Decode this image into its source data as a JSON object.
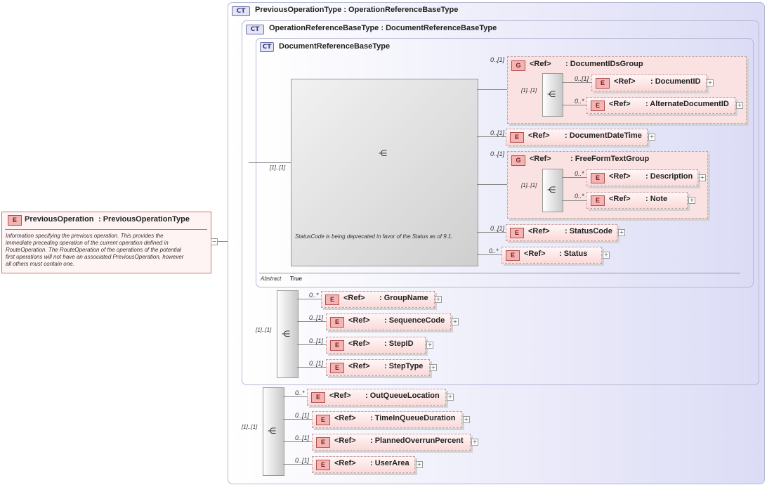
{
  "root": {
    "badge": "E",
    "name": "PreviousOperation",
    "type": ": PreviousOperationType",
    "description": [
      "Information specifying the previous operation.  This provides the",
      "immediate preceding operation of the current operation defined in",
      "RouteOperation.  The RouteOperation of the operations of the potential",
      "first operations will not have an associated PreviousOperation, however",
      "all others must contain one."
    ],
    "collapse": "−"
  },
  "ct_badges": {
    "ct_ext": "CT",
    "ct": "CT"
  },
  "ct1_title": "PreviousOperationType : OperationReferenceBaseType",
  "ct2_title": "OperationReferenceBaseType : DocumentReferenceBaseType",
  "ct3_title": "DocumentReferenceBaseType",
  "ref": "<Ref>",
  "e": "E",
  "g": "G",
  "plus": "+",
  "groups": {
    "docids": {
      "name": ": DocumentIDsGroup",
      "card": "0..[1]",
      "seqcard": "[1]..[1]"
    },
    "freeform": {
      "name": ": FreeFormTextGroup",
      "card": "0..[1]",
      "seqcard": "[1]..[1]"
    }
  },
  "elements": {
    "documentid": {
      "name": ": DocumentID",
      "card": "0..[1]"
    },
    "alternatedocumentid": {
      "name": ": AlternateDocumentID",
      "card": "0..*"
    },
    "documentdatetime": {
      "name": ": DocumentDateTime",
      "card": "0..[1]"
    },
    "description": {
      "name": ": Description",
      "card": "0..*"
    },
    "note": {
      "name": ": Note",
      "card": "0..*"
    },
    "statuscode": {
      "name": ": StatusCode",
      "card": "0..[1]"
    },
    "status": {
      "name": ": Status",
      "card": "0..*"
    },
    "groupname": {
      "name": ": GroupName",
      "card": "0..*"
    },
    "sequencecode": {
      "name": ": SequenceCode",
      "card": "0..[1]"
    },
    "stepid": {
      "name": ": StepID",
      "card": "0..[1]"
    },
    "steptype": {
      "name": ": StepType",
      "card": "0..[1]"
    },
    "outqueuelocation": {
      "name": ": OutQueueLocation",
      "card": "0..*"
    },
    "timeinqueueduration": {
      "name": ": TimeInQueueDuration",
      "card": "0..[1]"
    },
    "plannedoverrunpercent": {
      "name": ": PlannedOverrunPercent",
      "card": "0..[1]"
    },
    "userarea": {
      "name": ": UserArea",
      "card": "0..[1]"
    }
  },
  "sequences": {
    "doc_main": "[1]..[1]",
    "opref": "[1]..[1]",
    "prevop": "[1]..[1]"
  },
  "note_text": "StatusCode is being deprecated in favor of the Status as of 9.1.",
  "abstract": {
    "label": "Abstract",
    "value": "True"
  },
  "seq_icon": "⋲"
}
